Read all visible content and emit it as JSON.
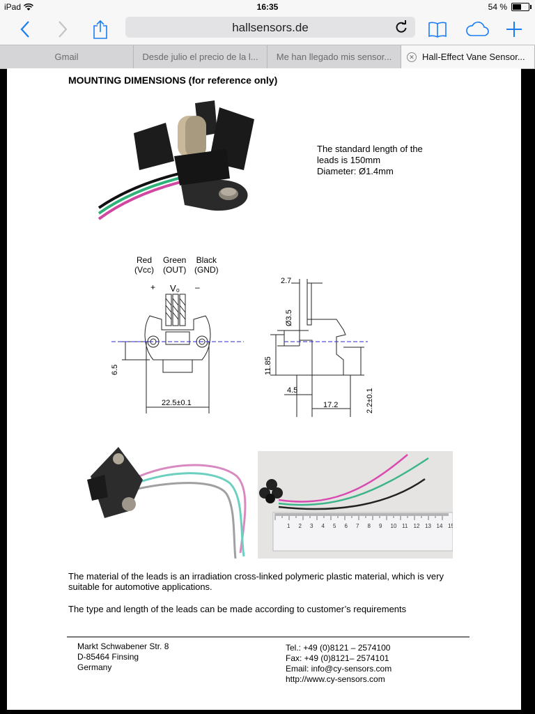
{
  "status_bar": {
    "device": "iPad",
    "time": "16:35",
    "battery": "54 %",
    "battery_level": 0.54
  },
  "toolbar": {
    "url": "hallsensors.de"
  },
  "tabs": [
    {
      "label": "Gmail"
    },
    {
      "label": "Desde julio el precio de la l..."
    },
    {
      "label": "Me han llegado mis sensor..."
    },
    {
      "label": "Hall-Effect Vane Sensor..."
    }
  ],
  "document": {
    "heading": "MOUNTING DIMENSIONS (for reference only)",
    "note": [
      "The standard length of the",
      "leads is 150mm",
      "Diameter: Ø1.4mm"
    ],
    "wire_labels": {
      "red": [
        "Red",
        "(Vcc)"
      ],
      "green": [
        "Green",
        "(OUT)"
      ],
      "black": [
        "Black",
        "(GND)"
      ]
    },
    "front_view": {
      "plus": "+",
      "vo": "V₀",
      "minus": "–",
      "dim_height": "6.5",
      "dim_width": "22.5±0.1"
    },
    "side_view": {
      "dim_top": "2.7",
      "dim_diameter": "Ø3.5",
      "dim_height": "11.85",
      "dim_offset": "4.5",
      "dim_width": "17.2",
      "dim_side": "2.2±0.1"
    },
    "ruler_numbers": [
      "1",
      "2",
      "3",
      "4",
      "5",
      "6",
      "7",
      "8",
      "9",
      "10",
      "11",
      "12",
      "13",
      "14",
      "15"
    ],
    "paragraph1": [
      "The material of the leads is an irradiation cross-linked polymeric plastic material, which is very",
      "suitable for automotive applications."
    ],
    "paragraph2": "The type and length of the leads can be made according to customer’s requirements",
    "address": [
      "Markt Schwabener Str. 8",
      "D-85464 Finsing",
      "Germany"
    ],
    "contact": [
      "Tel.:  +49 (0)8121 – 2574100",
      "Fax:  +49 (0)8121– 2574101",
      "Email: info@cy-sensors.com",
      "http://www.cy-sensors.com"
    ]
  }
}
